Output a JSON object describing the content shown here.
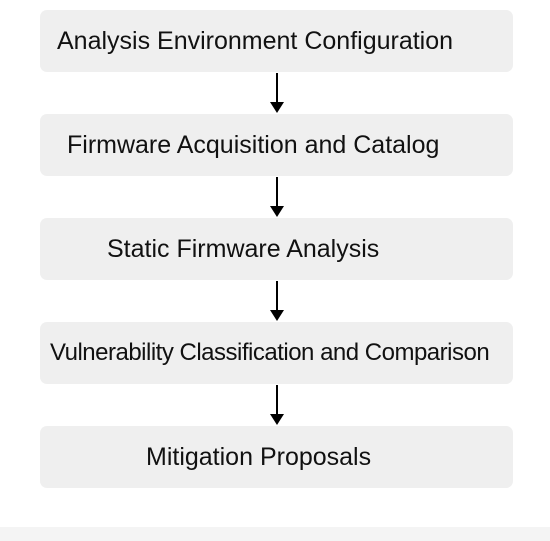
{
  "steps": [
    {
      "label": "Analysis Environment Configuration"
    },
    {
      "label": "Firmware Acquisition and Catalog"
    },
    {
      "label": "Static Firmware Analysis"
    },
    {
      "label": "Vulnerability Classification and Comparison"
    },
    {
      "label": "Mitigation Proposals"
    }
  ],
  "colors": {
    "box_fill": "#efefef",
    "text": "#111111",
    "arrow": "#000000"
  }
}
